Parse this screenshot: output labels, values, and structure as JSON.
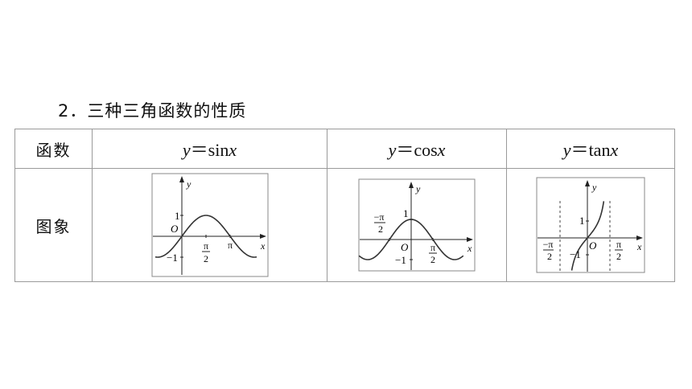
{
  "heading": "2．三种三角函数的性质",
  "table": {
    "col_header": "函数",
    "row_label": "图象",
    "functions": [
      {
        "prefix": "y",
        "eq": "＝",
        "name": "sin",
        "var": "x"
      },
      {
        "prefix": "y",
        "eq": "＝",
        "name": "cos",
        "var": "x"
      },
      {
        "prefix": "y",
        "eq": "＝",
        "name": "tan",
        "var": "x"
      }
    ]
  },
  "graphs": {
    "sin": {
      "axis_x": "x",
      "axis_y": "y",
      "origin": "O",
      "one": "1",
      "neg_one": "−1",
      "pi": "π",
      "pi_over_2_num": "π",
      "pi_over_2_den": "2"
    },
    "cos": {
      "axis_x": "x",
      "axis_y": "y",
      "origin": "O",
      "one": "1",
      "neg_one": "−1",
      "pi_over_2_num": "π",
      "pi_over_2_den": "2",
      "neg_pi_over_2_num": "−π",
      "neg_pi_over_2_den": "2"
    },
    "tan": {
      "axis_x": "x",
      "axis_y": "y",
      "origin": "O",
      "one": "1",
      "neg_one": "−1",
      "pi_over_2_num": "π",
      "pi_over_2_den": "2",
      "neg_pi_over_2_num": "−π",
      "neg_pi_over_2_den": "2"
    }
  }
}
